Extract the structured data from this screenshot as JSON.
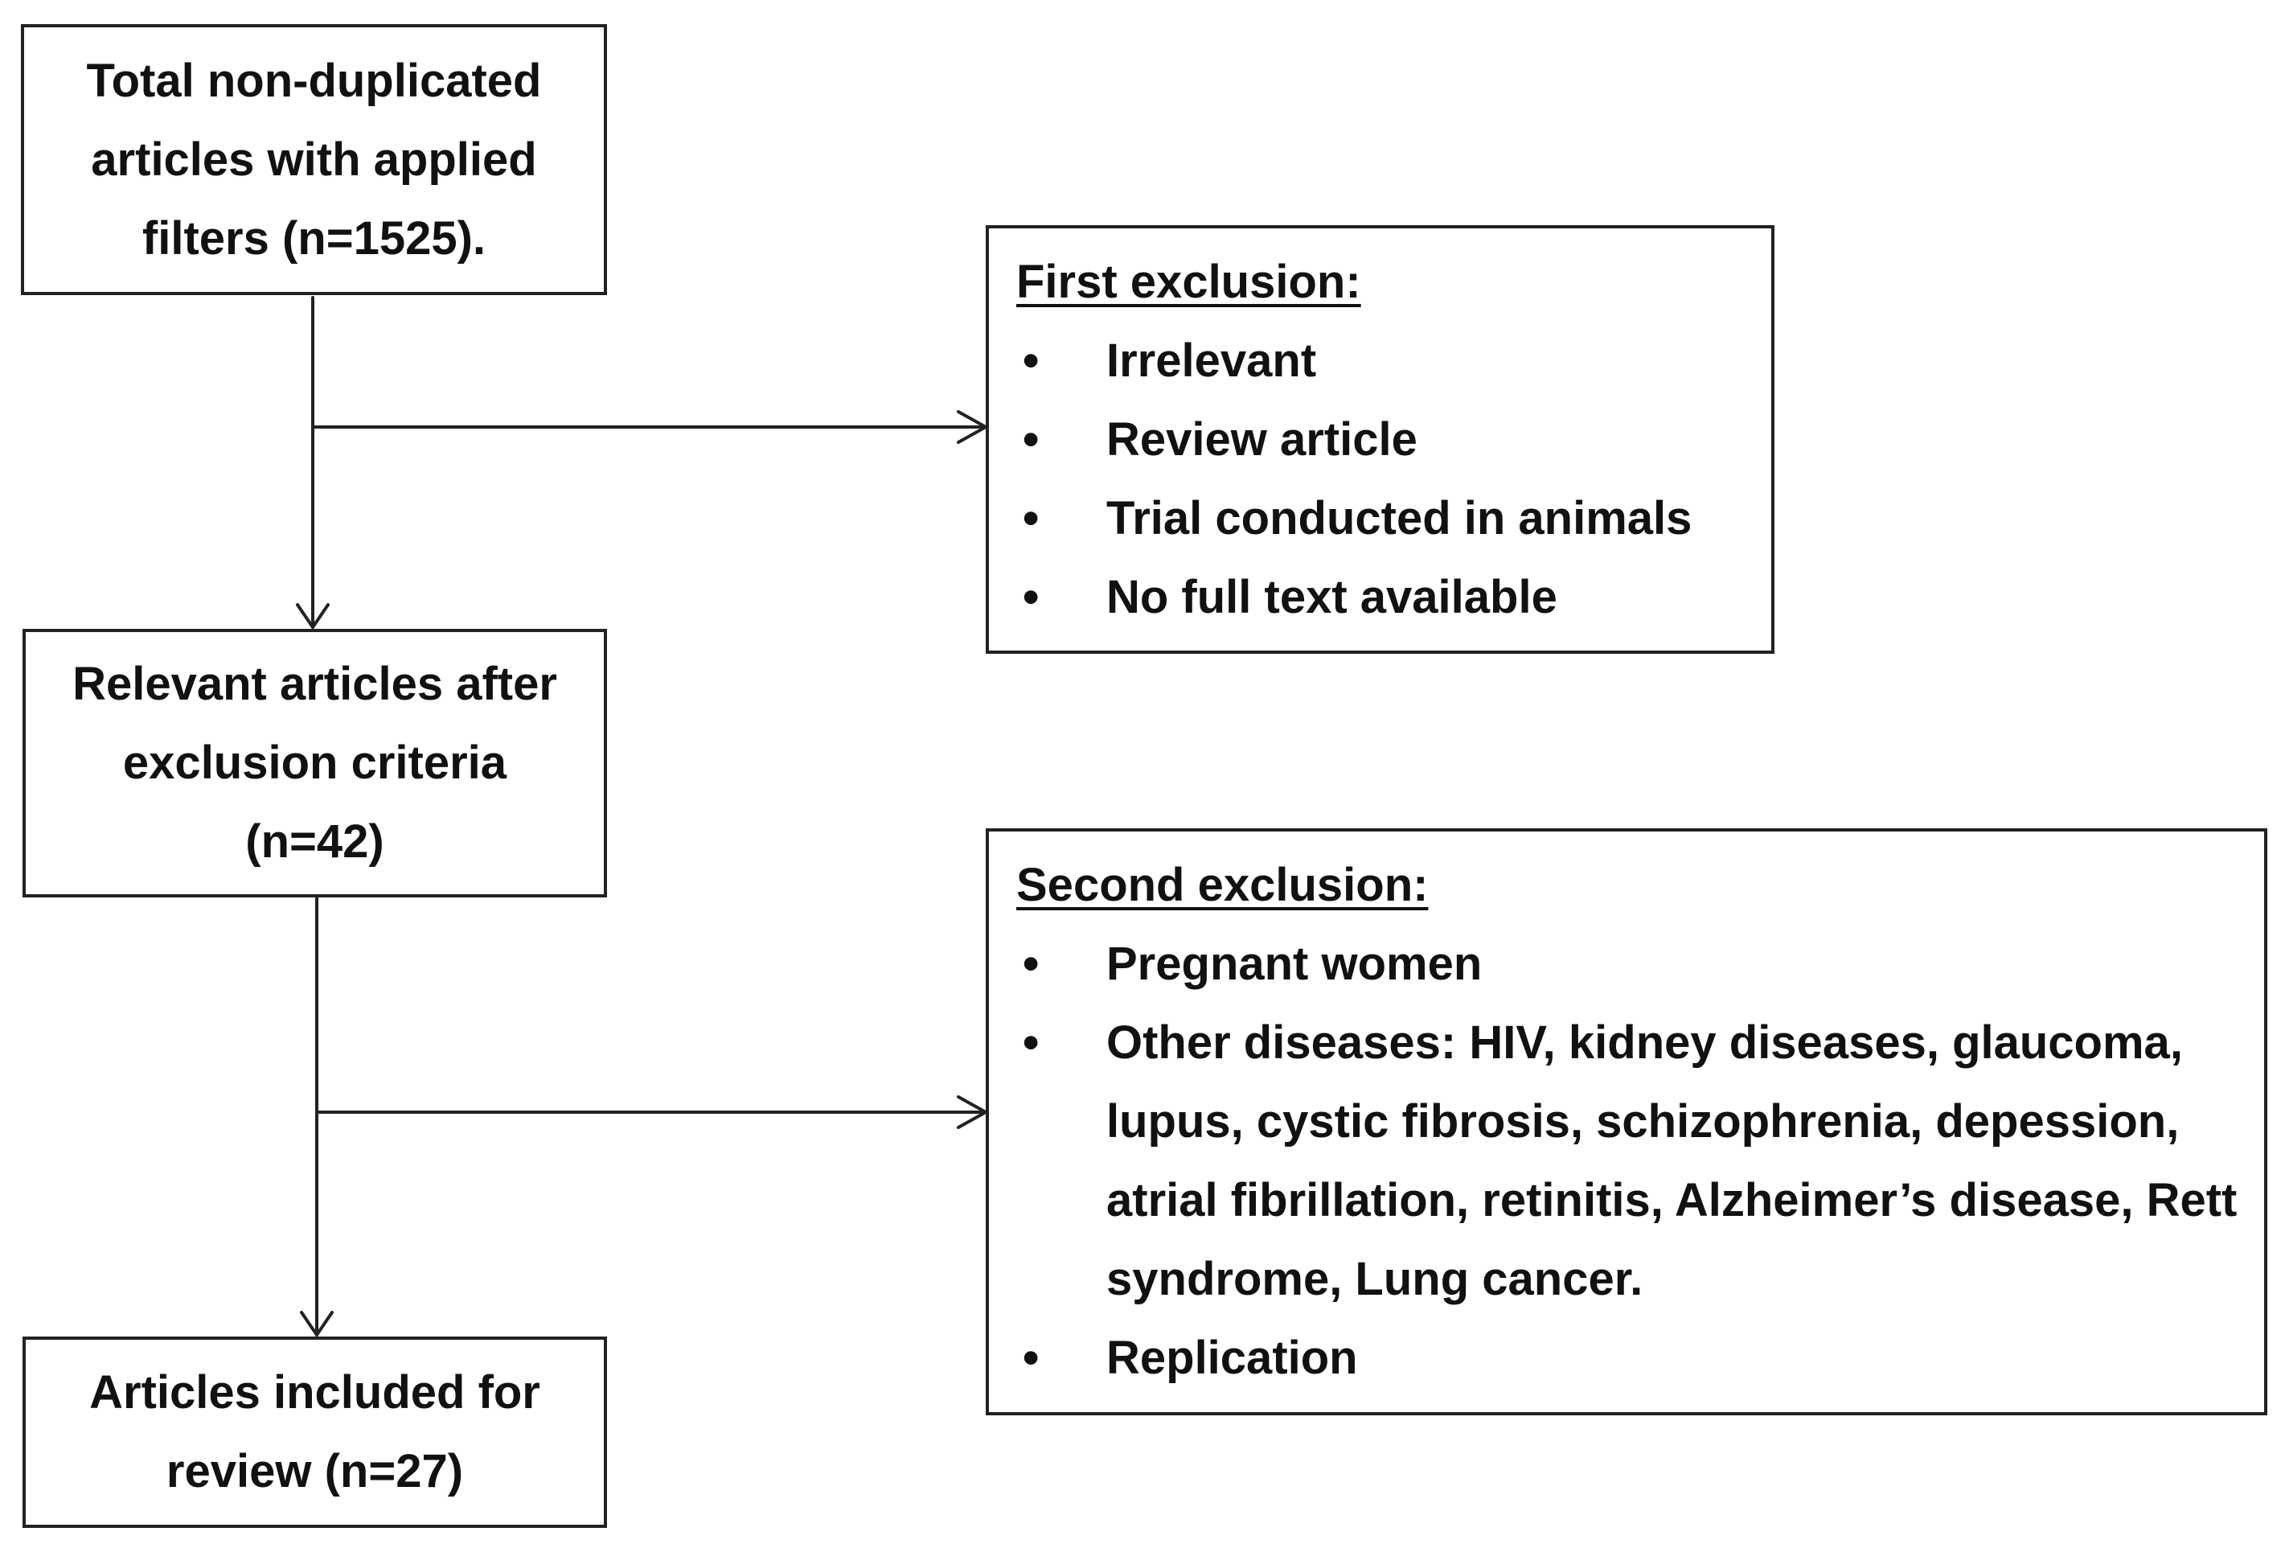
{
  "nodes": {
    "total": {
      "lines": [
        "Total non-duplicated",
        "articles with applied",
        "filters (n=1525)."
      ]
    },
    "relevant": {
      "lines": [
        "Relevant articles after",
        "exclusion criteria",
        "(n=42)"
      ]
    },
    "included": {
      "lines": [
        "Articles included for",
        "review (n=27)"
      ]
    }
  },
  "first_exclusion": {
    "title": "First exclusion:",
    "bullet": "•",
    "items": [
      "Irrelevant",
      "Review article",
      "Trial conducted in animals",
      "No full text available"
    ]
  },
  "second_exclusion": {
    "title": "Second exclusion:",
    "bullet": "•",
    "items": [
      "Pregnant women",
      "Other diseases: HIV, kidney diseases, glaucoma, lupus, cystic fibrosis, schizophrenia, depession, atrial fibrillation, retinitis, Alzheimer’s disease, Rett syndrome, Lung cancer.",
      "Replication"
    ]
  },
  "colors": {
    "stroke": "#222222",
    "text": "#111111",
    "background": "#ffffff"
  }
}
